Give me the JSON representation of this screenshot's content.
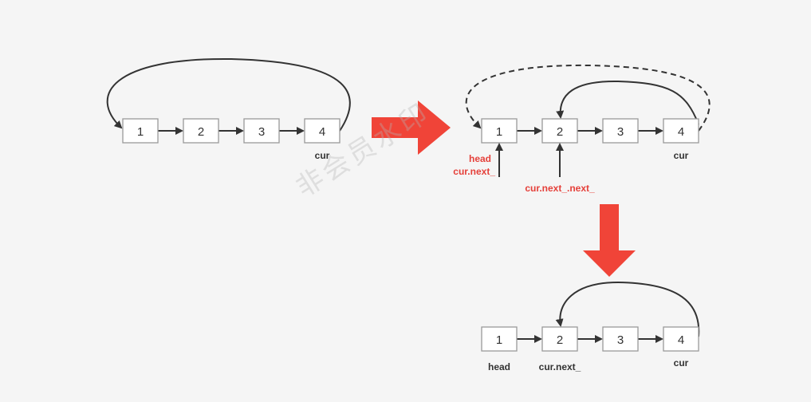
{
  "watermark": "非会员水印",
  "colors": {
    "node_fill": "#ffffff",
    "node_stroke": "#999999",
    "edge": "#333333",
    "highlight_red": "#e5403a",
    "background": "#f5f5f5"
  },
  "panel1": {
    "nodes": [
      "1",
      "2",
      "3",
      "4"
    ],
    "labels": {
      "cur": "cur"
    }
  },
  "panel2": {
    "nodes": [
      "1",
      "2",
      "3",
      "4"
    ],
    "labels": {
      "head": "head",
      "cur_next": "cur.next_",
      "cur_next_next": "cur.next_.next_",
      "cur": "cur"
    }
  },
  "panel3": {
    "nodes": [
      "1",
      "2",
      "3",
      "4"
    ],
    "labels": {
      "head": "head",
      "cur_next": "cur.next_",
      "cur": "cur"
    }
  }
}
